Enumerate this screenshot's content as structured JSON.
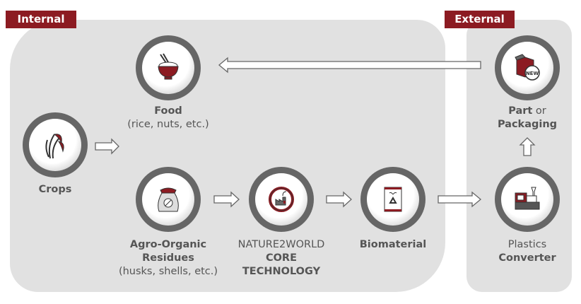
{
  "groups": {
    "internal": "Internal",
    "external": "External"
  },
  "nodes": {
    "food": {
      "title": "Food",
      "sub": "(rice, nuts, etc.)",
      "icon": "rice-bowl-icon"
    },
    "crops": {
      "title": "Crops",
      "icon": "crop-plant-icon"
    },
    "residues": {
      "title1": "Agro-Organic",
      "title2": "Residues",
      "sub": "(husks, shells, etc.)",
      "icon": "residue-sack-icon"
    },
    "core": {
      "line1": "NATURE2WORLD",
      "line2": "CORE",
      "line3": "TECHNOLOGY",
      "icon": "factory-cycle-icon"
    },
    "biomaterial": {
      "title": "Biomaterial",
      "icon": "recycle-bag-icon"
    },
    "part": {
      "title1": "Part",
      "or": " or",
      "title2": "Packaging",
      "badge": "NEW",
      "icon": "new-package-icon"
    },
    "converter": {
      "line1": "Plastics",
      "line2": "Converter",
      "icon": "molding-machine-icon"
    }
  },
  "colors": {
    "accent": "#8c1b22",
    "ring": "#666666",
    "panel": "#e1e1e1"
  }
}
